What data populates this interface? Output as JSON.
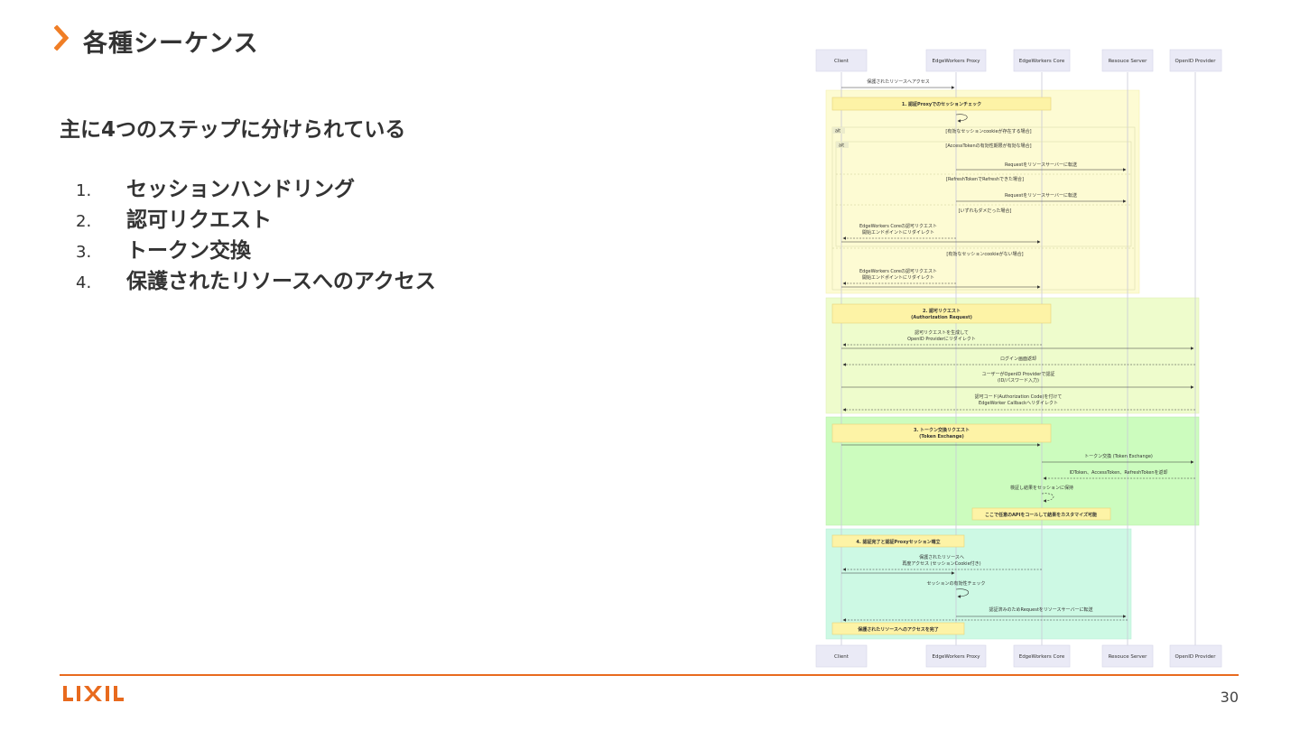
{
  "slide": {
    "title": "各種シーケンス",
    "subtitle": "主に4つのステップに分けられている",
    "steps": [
      {
        "num": "1.",
        "text": "セッションハンドリング"
      },
      {
        "num": "2.",
        "text": "認可リクエスト"
      },
      {
        "num": "3.",
        "text": "トークン交換"
      },
      {
        "num": "4.",
        "text": "保護されたリソースへのアクセス"
      }
    ],
    "page_number": "30",
    "brand": "LIXIL",
    "colors": {
      "accent": "#e86a1e",
      "brand": "#e86a1e",
      "chevron": "#f07e26"
    }
  },
  "sequence": {
    "actors": [
      "Client",
      "EdgeWorkers Proxy",
      "EdgeWorkers Core",
      "Resouce Server",
      "OpenID Provider"
    ],
    "messages": {
      "m1": "保護されたリソースへアクセス",
      "m2": "Requestをリソースサーバーに転送",
      "m3": "Requestをリソースサーバーに転送",
      "m4a": "EdgeWorkers Coreの認可リクエスト",
      "m4b": "開始エンドポイントにリダイレクト",
      "m5a": "EdgeWorkers Coreの認可リクエスト",
      "m5b": "開始エンドポイントにリダイレクト",
      "m6a": "認可リクエストを生成して",
      "m6b": "OpenID Providerにリダイレクト",
      "m7": "ログイン画面返却",
      "m8a": "ユーザーがOpenID Providerで認証",
      "m8b": "(ID/パスワード入力)",
      "m9a": "認可コード(Authorization Code)を付けて",
      "m9b": "EdgeWorker Callbackへリダイレクト",
      "m10": "トークン交換 (Token Exchange)",
      "m11": "IDToken、AccessToken、RefreshTokenを返却",
      "m12": "検証し結果をセッションに保持",
      "m13a": "保護されたリソースへ",
      "m13b": "再度アクセス (セッションCookie付き)",
      "m14": "セッションの有効性チェック",
      "m15": "認証済みのためRequestをリソースサーバーに転送"
    },
    "notes": {
      "n1": "1. 認証Proxyでのセッションチェック",
      "n2a": "2. 認可リクエスト",
      "n2b": "(Authorization Request)",
      "n3a": "3. トークン交換リクエスト",
      "n3b": "(Token Exchange)",
      "n4": "ここで任意のAPIをコールして結果をカスタマイズ可能",
      "n5": "4. 認証完了と認証Proxyセッション確立",
      "n6": "保護されたリソースへのアクセスを完了"
    },
    "alt": {
      "label": "alt",
      "c1": "[有効なセッションcookieが存在する場合]",
      "c2": "[AccessTokenの有効性期限が有効な場合]",
      "c3": "[RefreshTokenでRefreshできた場合]",
      "c4": "[いずれもダメだった場合]",
      "c5": "[有効なセッションcookieがない場合]"
    },
    "colors": {
      "section1": "#fdfbd3",
      "section2": "#eefccc",
      "section3": "#ccfcbe",
      "section4": "#cdf9e4",
      "note": "#fdf3a6",
      "actor": "#eaeaf6"
    }
  }
}
